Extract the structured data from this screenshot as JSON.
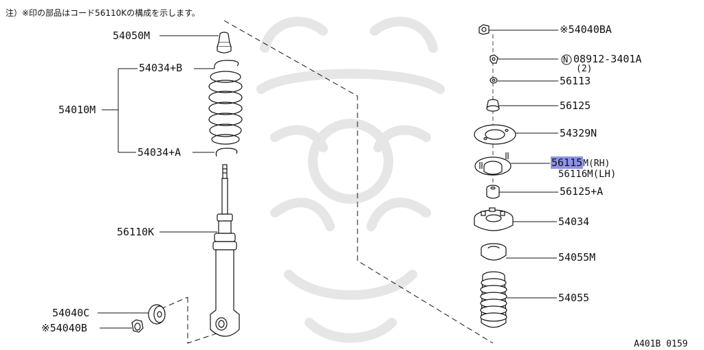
{
  "note": "注）※印の部品はコード56110Kの構成を示します。",
  "figure_code": "A401B 0159",
  "left_parts": {
    "bump_rubber": "54050M",
    "spring_seat_upper": "54034+B",
    "coil_spring": "54010M",
    "spring_seat_lower": "54034+A",
    "shock_absorber": "56110K",
    "washer": "54040C",
    "nut": "※54040B"
  },
  "right_parts": {
    "top_nut": "※54040BA",
    "nut_prefix": "N",
    "nut_08912": "08912-3401A",
    "nut_qty": "(2)",
    "washer_56113": "56113",
    "bushing_56125": "56125",
    "plate_54329n": "54329N",
    "mount_highlight": "56115",
    "mount_rh_suffix": "M(RH)",
    "mount_lh": "56116M(LH)",
    "bushing_56125a": "56125+A",
    "seat_54034": "54034",
    "bound_54055m": "54055M",
    "boot_54055": "54055"
  },
  "colors": {
    "ink": "#111111",
    "highlight": "#8f93e6",
    "watermark": "#e9e9e9"
  }
}
